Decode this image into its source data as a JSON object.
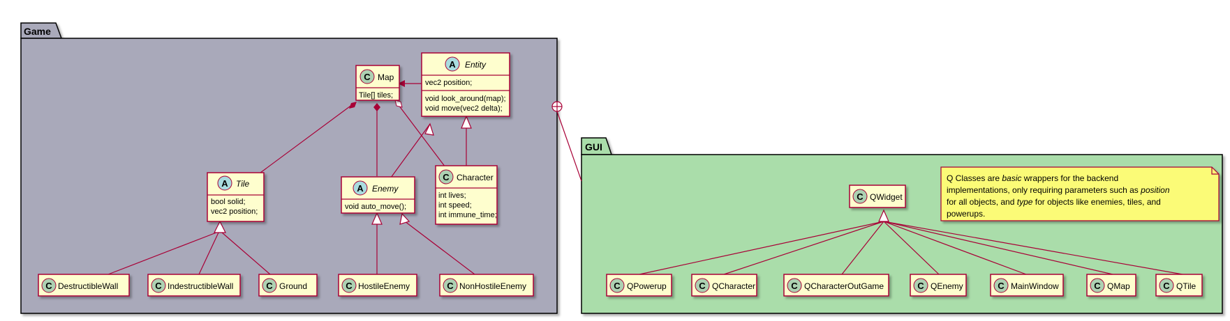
{
  "packages": {
    "game": {
      "title": "Game"
    },
    "gui": {
      "title": "GUI"
    }
  },
  "classes": {
    "map": {
      "name": "Map",
      "kind": "C",
      "fields": [
        "Tile[] tiles;"
      ],
      "methods": []
    },
    "entity": {
      "name": "Entity",
      "kind": "A",
      "fields": [
        "vec2 position;"
      ],
      "methods": [
        "void look_around(map);",
        "void move(vec2 delta);"
      ]
    },
    "tile": {
      "name": "Tile",
      "kind": "A",
      "fields": [
        "bool solid;",
        "vec2 position;"
      ],
      "methods": []
    },
    "enemy": {
      "name": "Enemy",
      "kind": "A",
      "fields": [
        "void auto_move();"
      ],
      "methods": []
    },
    "character": {
      "name": "Character",
      "kind": "C",
      "fields": [
        "int lives;",
        "int speed;",
        "int immune_time;"
      ],
      "methods": []
    },
    "destructible_wall": {
      "name": "DestructibleWall",
      "kind": "C"
    },
    "indestructible_wall": {
      "name": "IndestructibleWall",
      "kind": "C"
    },
    "ground": {
      "name": "Ground",
      "kind": "C"
    },
    "hostile_enemy": {
      "name": "HostileEnemy",
      "kind": "C"
    },
    "nonhostile_enemy": {
      "name": "NonHostileEnemy",
      "kind": "C"
    },
    "qwidget": {
      "name": "QWidget",
      "kind": "C"
    },
    "qpowerup": {
      "name": "QPowerup",
      "kind": "C"
    },
    "qcharacter": {
      "name": "QCharacter",
      "kind": "C"
    },
    "qcharacter_out_game": {
      "name": "QCharacterOutGame",
      "kind": "C"
    },
    "qenemy": {
      "name": "QEnemy",
      "kind": "C"
    },
    "main_window": {
      "name": "MainWindow",
      "kind": "C"
    },
    "qmap": {
      "name": "QMap",
      "kind": "C"
    },
    "qtile": {
      "name": "QTile",
      "kind": "C"
    }
  },
  "note": {
    "line1_a": "Q Classes are ",
    "line1_em": "basic",
    "line1_b": " wrappers for the backend",
    "line2_a": "implementations, only requiring parameters such as ",
    "line2_em": "position",
    "line3_a": "for all objects, and ",
    "line3_em": "type",
    "line3_b": " for objects like enemies, tiles, and",
    "line4": "powerups."
  },
  "colors": {
    "game_bg": "#A9A9BA",
    "gui_bg": "#AADDAA",
    "class_bg": "#FEFECE",
    "border": "#A80036",
    "note_bg": "#FBFB77",
    "circle_c": "#ADD1B2",
    "circle_a": "#A9DCDF"
  }
}
